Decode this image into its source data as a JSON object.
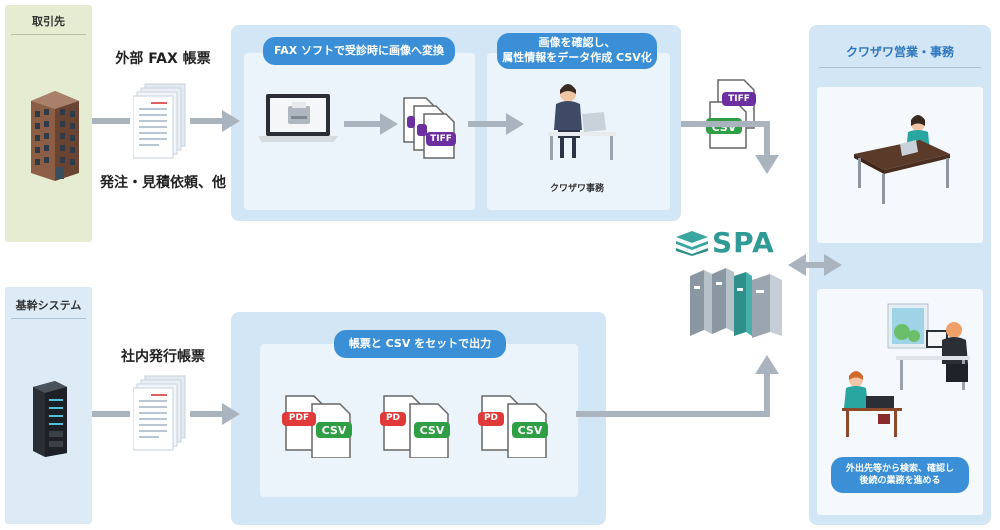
{
  "partner": {
    "heading": "取引先"
  },
  "core_system": {
    "heading": "基幹システム"
  },
  "external_fax": {
    "title": "外部 FAX 帳票",
    "subtitle": "発注・見積依頼、他"
  },
  "internal_forms": {
    "title": "社内発行帳票"
  },
  "fax_panel": {
    "step1_label": "FAX ソフトで受診時に画像へ変換",
    "step2_label_line1": "画像を確認し、",
    "step2_label_line2": "属性情報をデータ作成 CSV化",
    "office_caption": "クワザワ事務"
  },
  "output_panel": {
    "label": "帳票と CSV をセットで出力"
  },
  "spa": {
    "logo_text": "SPA"
  },
  "sales": {
    "heading": "クワザワ営業・事務",
    "note_line1": "外出先等から検索、確認し",
    "note_line2": "後続の業務を進める"
  },
  "file_tags": {
    "tiff": "TIFF",
    "csv": "CSV",
    "pdf": "PDF",
    "pdf_short": "PD"
  },
  "colors": {
    "accent": "#3b8fd6",
    "tiff": "#6b2fa0",
    "csv": "#2f9e45",
    "pdf": "#e03a3a",
    "arrow": "#a9b4bf"
  }
}
